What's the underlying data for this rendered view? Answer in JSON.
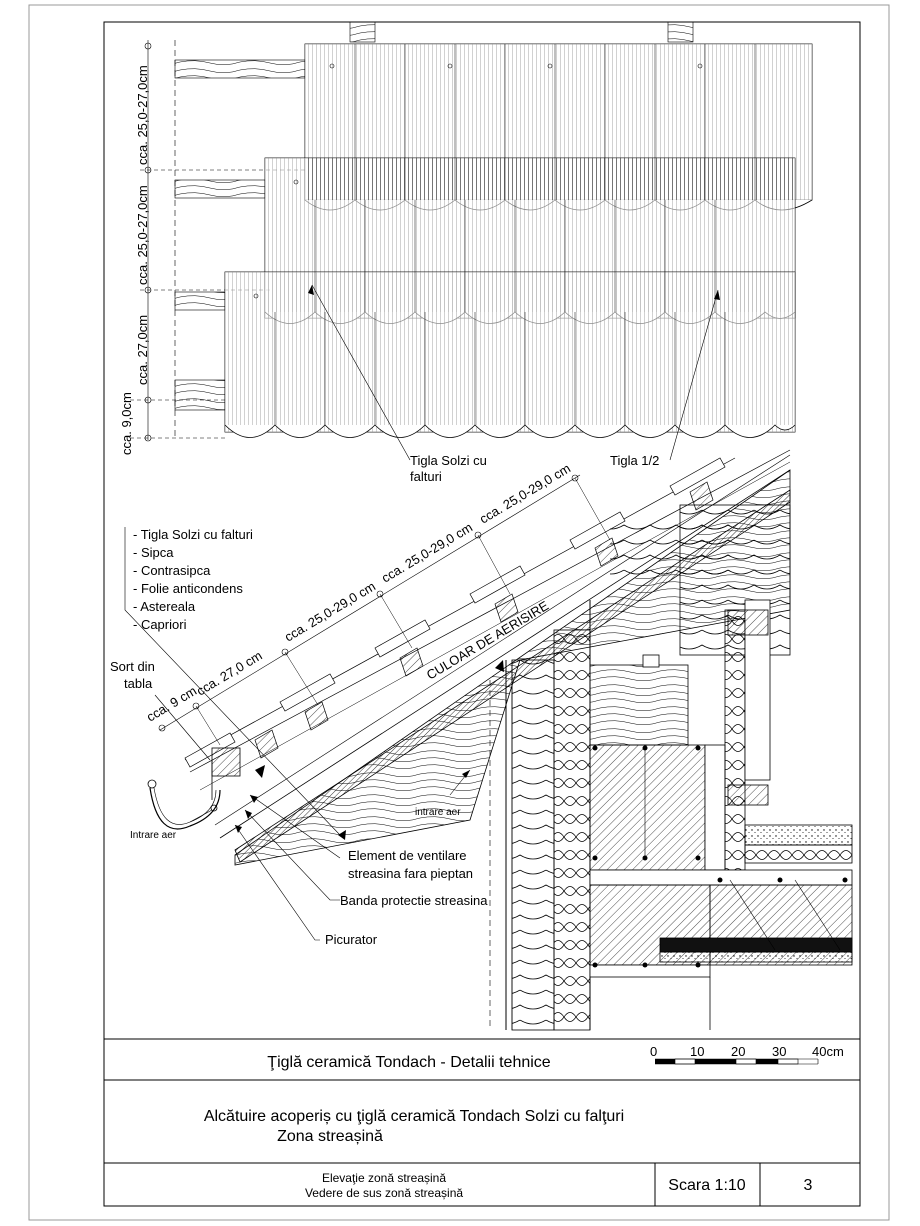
{
  "drawing": {
    "dim_labels_top": [
      "cca. 9,0cm",
      "cca. 27,0cm",
      "cca. 25,0-27,0cm",
      "cca. 25,0-27,0cm"
    ],
    "dim_labels_slope": [
      "cca. 9 cm",
      "cca. 27,0 cm",
      "cca. 25,0-29,0 cm",
      "cca. 25,0-29,0 cm",
      "cca. 25,0-29,0 cm"
    ],
    "callouts": {
      "tigla_solzi_line1": "Tigla Solzi cu",
      "tigla_solzi_line2": "falturi",
      "tigla_half": "Tigla 1/2",
      "sort_line1": "Sort din",
      "sort_line2": "tabla",
      "intrare_aer_left": "Intrare aer",
      "intrare_aer_right": "intrare aer",
      "culoar": "CULOAR DE AERISIRE",
      "element_line1": "Element de ventilare",
      "element_line2": "streasina fara pieptan",
      "banda": "Banda protectie streasina",
      "picurator": "Picurator"
    },
    "layers": [
      "- Tigla Solzi cu falturi",
      "- Sipca",
      "- Contrasipca",
      "- Folie anticondens",
      "- Astereala",
      "- Capriori"
    ]
  },
  "title_block": {
    "title": "Ţiglă ceramică Tondach  - Detalii tehnice",
    "scale_bar": {
      "labels": [
        "0",
        "10",
        "20",
        "30",
        "40cm"
      ]
    },
    "description_line1": "Alcătuire acoperiș cu ţiglă ceramică Tondach Solzi cu falţuri",
    "description_line2": "Zona streașină",
    "view_line1": "Elevaţie zonă streașină",
    "view_line2": "Vedere de sus zonă streașină",
    "scale": "Scara 1:10",
    "sheet_number": "3"
  }
}
